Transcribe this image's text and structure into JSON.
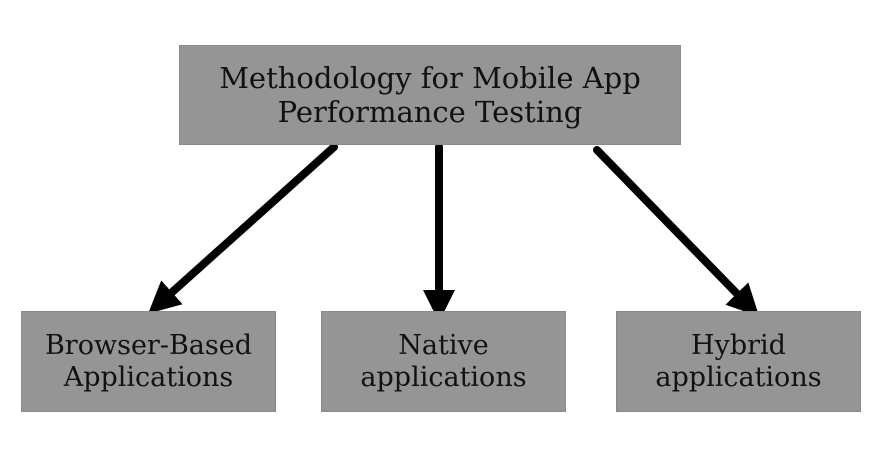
{
  "root": {
    "line1": "Methodology for Mobile App",
    "line2": "Performance Testing"
  },
  "children": [
    {
      "line1": "Browser-Based",
      "line2": "Applications"
    },
    {
      "line1": "Native",
      "line2": "applications"
    },
    {
      "line1": "Hybrid",
      "line2": "applications"
    }
  ],
  "colors": {
    "box_fill": "#959595",
    "arrow": "#000000",
    "text": "#111111",
    "background": "#ffffff"
  }
}
